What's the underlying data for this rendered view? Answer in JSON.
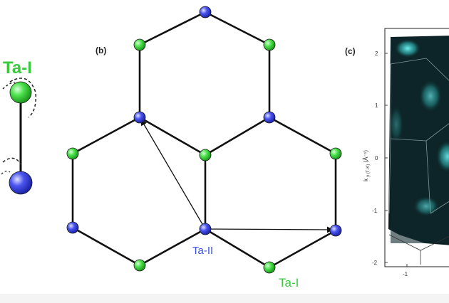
{
  "panel_a": {
    "label_ta_i": "Ta-I"
  },
  "panel_b": {
    "panel_label": "(b)",
    "label_ta_ii": "Ta-II",
    "label_ta_i": "Ta-I",
    "colors": {
      "ta_i_atom": "#3ddc3d",
      "ta_ii_atom": "#3b45e6",
      "label_green": "#39c93c",
      "label_blue": "#3a4fe0"
    }
  },
  "panel_c": {
    "panel_label": "(c)",
    "y_axis_label": "k",
    "y_axis_subscript": "y (Γ-K)",
    "y_axis_unit": "(Å⁻¹)",
    "y_ticks": [
      "2",
      "1",
      "0",
      "-1",
      "-2"
    ],
    "x_ticks": [
      "-1"
    ]
  }
}
